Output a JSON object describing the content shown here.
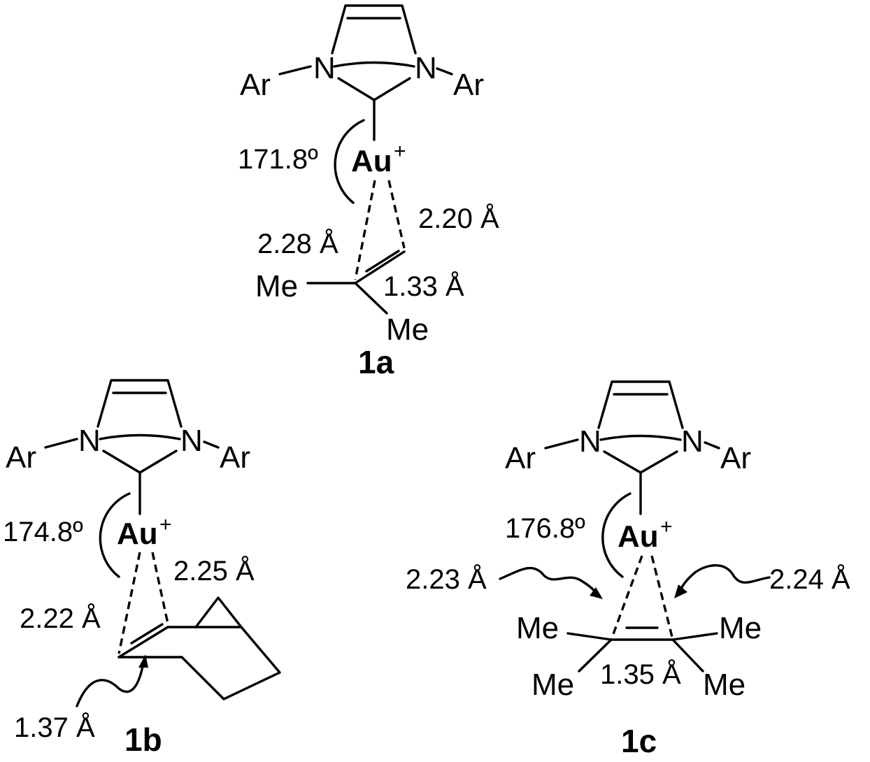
{
  "structures": [
    {
      "id": "1a",
      "metal": "Au",
      "charge": "+",
      "aryl_left": "Ar",
      "aryl_right": "Ar",
      "n_left": "N",
      "n_right": "N",
      "angle": "171.8º",
      "dist_left": "2.28 Å",
      "dist_right": "2.20 Å",
      "cc_bond": "1.33 Å",
      "sub_1": "Me",
      "sub_2": "Me"
    },
    {
      "id": "1b",
      "metal": "Au",
      "charge": "+",
      "aryl_left": "Ar",
      "aryl_right": "Ar",
      "n_left": "N",
      "n_right": "N",
      "angle": "174.8º",
      "dist_left": "2.22 Å",
      "dist_right": "2.25 Å",
      "cc_bond": "1.37 Å"
    },
    {
      "id": "1c",
      "metal": "Au",
      "charge": "+",
      "aryl_left": "Ar",
      "aryl_right": "Ar",
      "n_left": "N",
      "n_right": "N",
      "angle": "176.8º",
      "dist_left": "2.23 Å",
      "dist_right": "2.24 Å",
      "cc_bond": "1.35 Å",
      "sub_1": "Me",
      "sub_2": "Me",
      "sub_3": "Me",
      "sub_4": "Me"
    }
  ]
}
